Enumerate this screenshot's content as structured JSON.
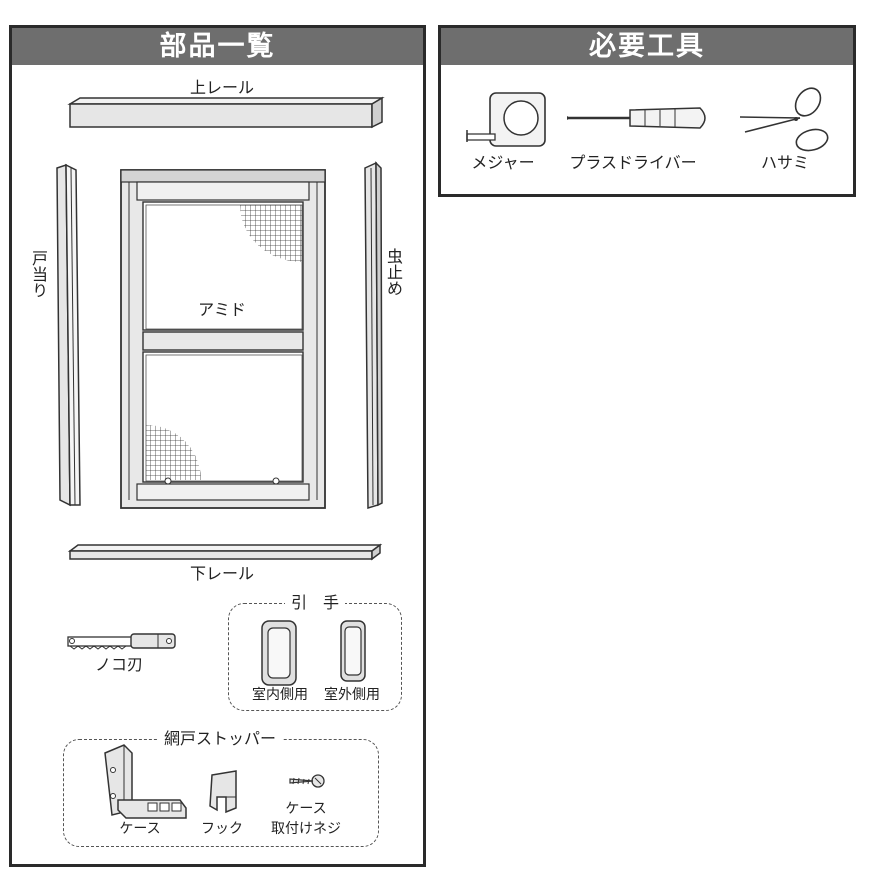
{
  "parts_panel": {
    "title": "部品一覧",
    "upper_rail": "上レール",
    "door_stop": "戸当り",
    "insect_stop": "虫止め",
    "screen_door": "アミド",
    "lower_rail": "下レール",
    "saw_blade": "ノコ刃",
    "handle_group": {
      "title": "引　手",
      "indoor": "室内側用",
      "outdoor": "室外側用"
    },
    "stopper_group": {
      "title": "網戸ストッパー",
      "case": "ケース",
      "hook": "フック",
      "screw_line1": "ケース",
      "screw_line2": "取付けネジ"
    }
  },
  "tools_panel": {
    "title": "必要工具",
    "tools": [
      "メジャー",
      "プラスドライバー",
      "ハサミ"
    ]
  },
  "colors": {
    "header_bg": "#6e6e6e",
    "border": "#2a2a2a",
    "part_fill": "#e6e6e6",
    "part_stroke": "#333333"
  }
}
